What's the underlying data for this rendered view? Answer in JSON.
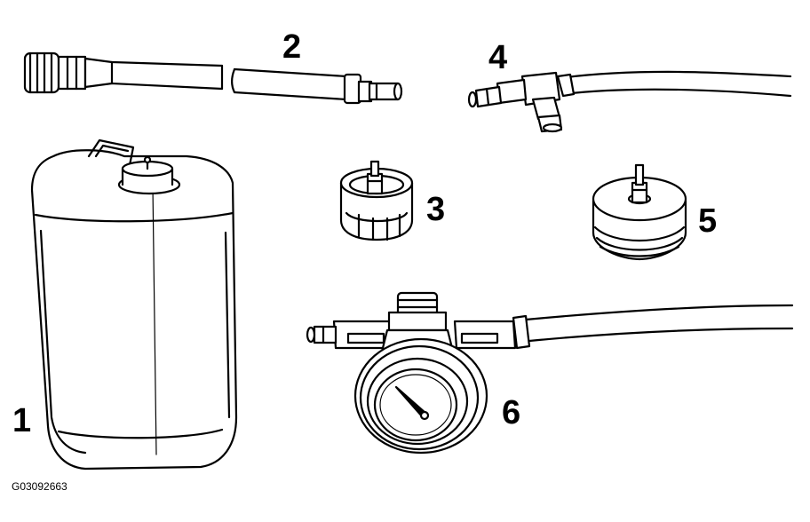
{
  "callouts": {
    "c1": "1",
    "c2": "2",
    "c3": "3",
    "c4": "4",
    "c5": "5",
    "c6": "6"
  },
  "figure_id": "G03092663",
  "colors": {
    "line": "#000000",
    "fill": "#ffffff",
    "shade": "#e8e8e8"
  }
}
